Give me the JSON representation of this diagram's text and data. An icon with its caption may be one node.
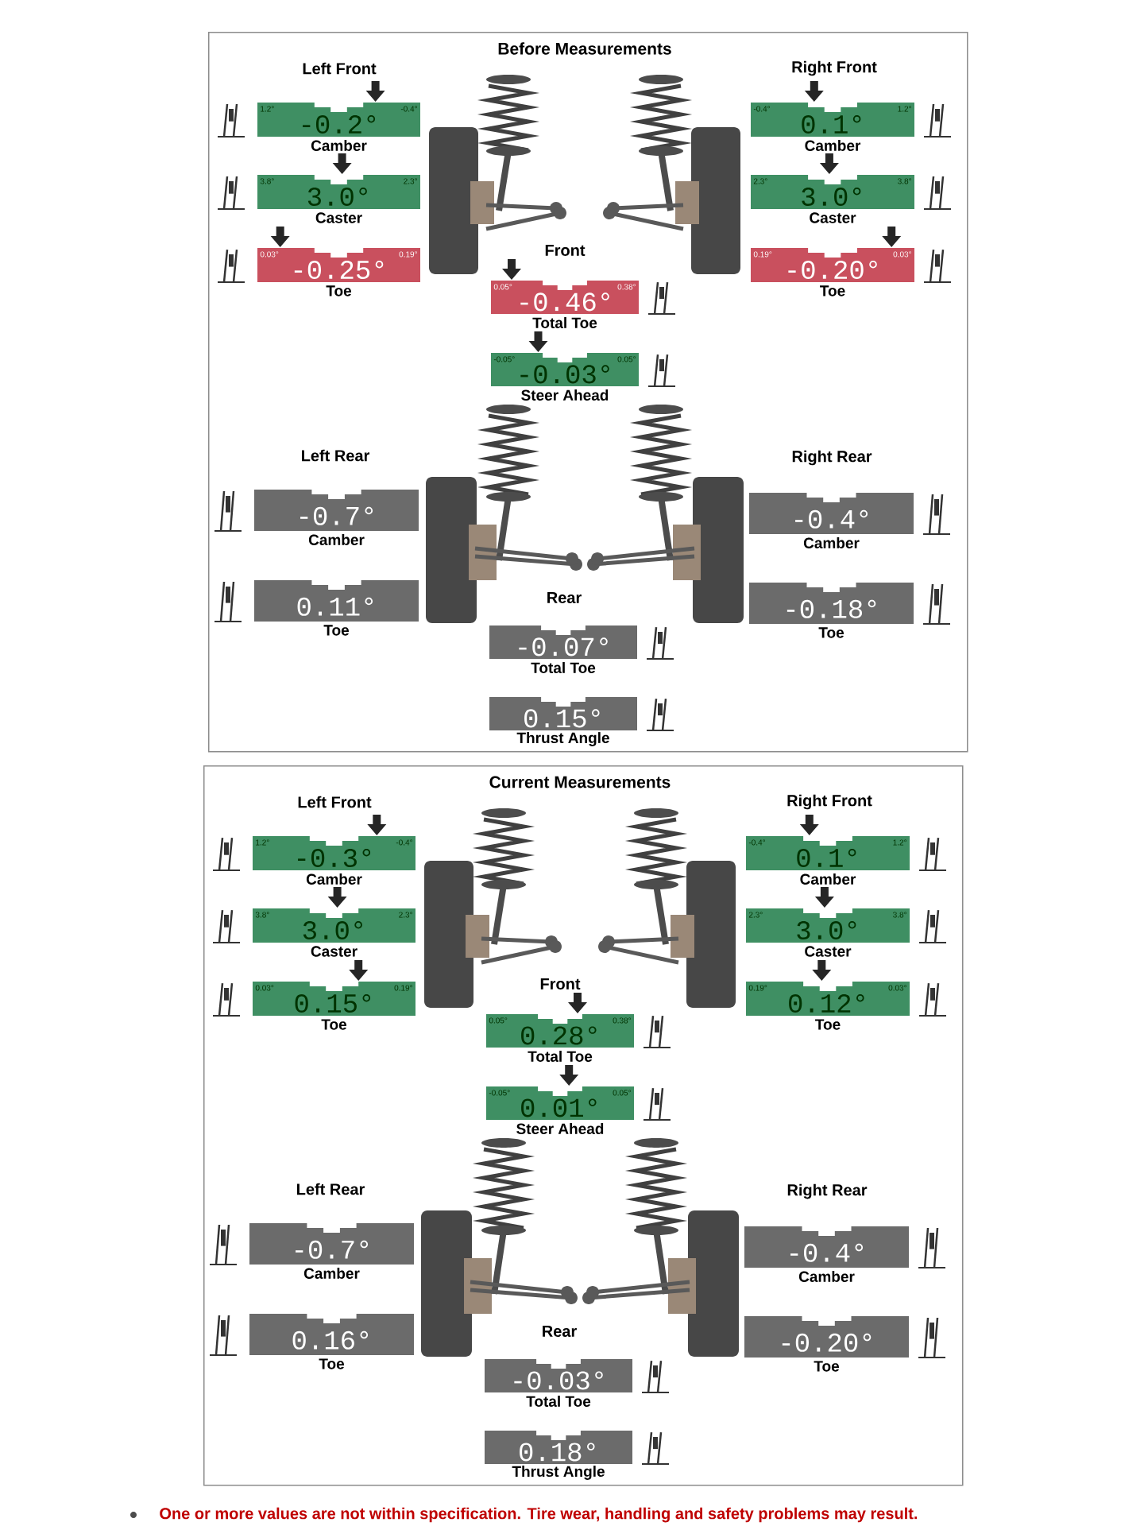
{
  "diagram": {
    "nodes": [
      {
        "text": [
          "Before Measurements"
        ]
      },
      {
        "text": [
          "1.2°",
          "-0.4°",
          "-0.2°",
          "Camber"
        ],
        "in": 0
      },
      {
        "text": [
          "3.8°",
          "2.3°",
          "3.0°",
          "Caster"
        ],
        "in": 0
      },
      {
        "text": [
          "0.03°",
          "0.19°",
          "-0.25°",
          "Toe"
        ],
        "in": 0
      },
      {
        "text": [
          "-0.4°",
          "1.2°",
          "0.1°",
          "Camber"
        ],
        "in": 0
      },
      {
        "text": [
          "2.3°",
          "3.8°",
          "3.0°",
          "Caster"
        ],
        "in": 0
      },
      {
        "text": [
          "0.19°",
          "0.03°",
          "-0.20°",
          "Toe"
        ],
        "in": 0
      },
      {
        "text": [
          "0.05°",
          "0.38°",
          "-0.46°",
          "Total Toe"
        ],
        "in": 0
      },
      {
        "text": [
          "-0.05°",
          "0.05°",
          "-0.03°",
          "Steer Ahead"
        ],
        "in": 0
      },
      {
        "text": [
          "-0.7°",
          "Camber"
        ],
        "in": 0
      },
      {
        "text": [
          "0.11°",
          "Toe"
        ],
        "in": 0
      },
      {
        "text": [
          "-0.4°",
          "Camber"
        ],
        "in": 0
      },
      {
        "text": [
          "-0.18°",
          "Toe"
        ],
        "in": 0
      },
      {
        "text": [
          "-0.07°",
          "Total Toe"
        ],
        "in": 0
      },
      {
        "text": [
          "0.15°",
          "Thrust Angle"
        ],
        "in": 0
      },
      {
        "text": [
          "Current Measurements"
        ]
      },
      {
        "text": [
          "1.2°",
          "-0.4°",
          "-0.3°",
          "Camber"
        ],
        "in": 15
      },
      {
        "text": [
          "3.8°",
          "2.3°",
          "3.0°",
          "Caster"
        ],
        "in": 15
      },
      {
        "text": [
          "0.03°",
          "0.19°",
          "0.15°",
          "Toe"
        ],
        "in": 15
      },
      {
        "text": [
          "-0.4°",
          "1.2°",
          "0.1°",
          "Camber"
        ],
        "in": 15
      },
      {
        "text": [
          "2.3°",
          "3.8°",
          "3.0°",
          "Caster"
        ],
        "in": 15
      },
      {
        "text": [
          "0.19°",
          "0.03°",
          "0.12°",
          "Toe"
        ],
        "in": 15
      },
      {
        "text": [
          "0.05°",
          "0.38°",
          "0.28°",
          "Total Toe"
        ],
        "in": 15
      },
      {
        "text": [
          "-0.05°",
          "0.05°",
          "0.01°",
          "Steer Ahead"
        ],
        "in": 15
      },
      {
        "text": [
          "-0.7°",
          "Camber"
        ],
        "in": 15
      },
      {
        "text": [
          "0.16°",
          "Toe"
        ],
        "in": 15
      },
      {
        "text": [
          "-0.4°",
          "Camber"
        ],
        "in": 15
      },
      {
        "text": [
          "-0.20°",
          "Toe"
        ],
        "in": 15
      },
      {
        "text": [
          "-0.03°",
          "Total Toe"
        ],
        "in": 15
      },
      {
        "text": [
          "0.18°",
          "Thrust Angle"
        ],
        "in": 15
      }
    ],
    "labels": [
      "Left Front",
      "Right Front",
      "Front",
      "Left Rear",
      "Right Rear",
      "Rear",
      "Left Front",
      "Right Front",
      "Front",
      "Left Rear",
      "Right Rear",
      "Rear",
      "One or more values are not within specification.  Tire wear, handling and safety problems may result."
    ]
  }
}
